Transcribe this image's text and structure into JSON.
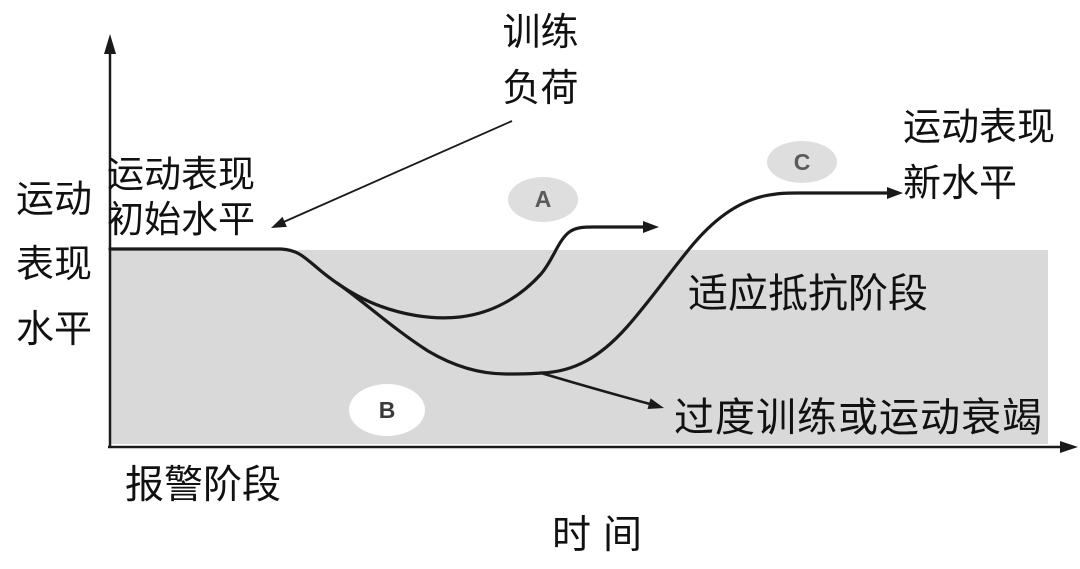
{
  "diagram": {
    "title_semantic": "training-supercompensation-curve",
    "y_axis_label_lines": [
      "运动",
      "表现",
      "水平"
    ],
    "x_axis_label": "时间",
    "initial_level": {
      "line1": "运动表现",
      "line2": "初始水平"
    },
    "training_load": {
      "line1": "训练",
      "line2": "负荷"
    },
    "new_level": {
      "line1": "运动表现",
      "line2": "新水平"
    },
    "resistance_stage_label": "适应抵抗阶段",
    "overtraining_label": "过度训练或运动衰竭",
    "alarm_stage_label": "报警阶段",
    "badges": {
      "a": "A",
      "b": "B",
      "c": "C"
    },
    "colors": {
      "background": "#ffffff",
      "shaded_area": "#d9d9d9",
      "badge_gray": "#dedede",
      "badge_white": "#ffffff",
      "line": "#1a1a1a",
      "text": "#111111"
    }
  }
}
